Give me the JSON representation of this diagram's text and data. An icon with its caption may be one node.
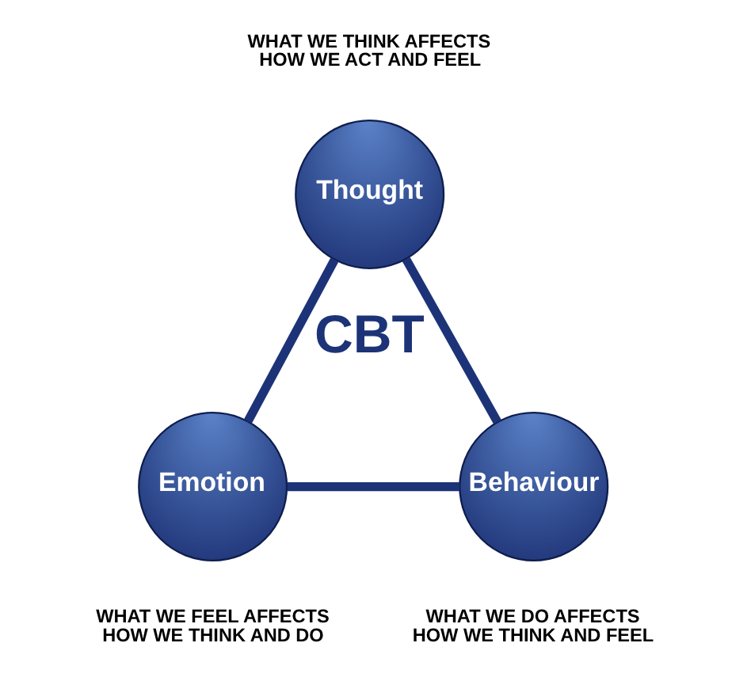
{
  "diagram": {
    "nodes": [
      {
        "text": [
          "Thought"
        ],
        "beside": [
          "WHAT WE THINK AFFECTS HOW WE ACT AND FEEL"
        ]
      },
      {
        "text": [
          "Emotion"
        ],
        "beside": [
          "WHAT WE FEEL AFFECTS HOW WE THINK AND DO"
        ]
      },
      {
        "text": [
          "Behaviour"
        ],
        "beside": [
          "WHAT WE DO AFFECTS HOW WE THINK AND FEEL"
        ]
      }
    ],
    "edges": [
      {
        "from": 0,
        "to": 1,
        "arrow": "none"
      },
      {
        "from": 0,
        "to": 2,
        "arrow": "none"
      },
      {
        "from": 1,
        "to": 2,
        "arrow": "none"
      }
    ],
    "labels": [
      "CBT"
    ]
  }
}
